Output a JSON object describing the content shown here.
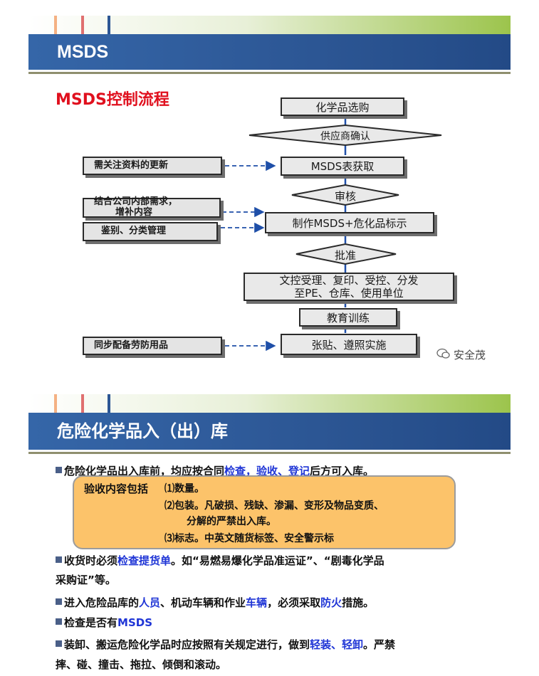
{
  "slide1": {
    "header_title": "MSDS",
    "section_title": "MSDS控制流程",
    "flow": {
      "step1": "化学品选购",
      "step2": "供应商确认",
      "step3": "MSDS表获取",
      "step4": "审核",
      "step5": "制作MSDS+危化品标示",
      "step6": "批准",
      "step7_line1": "文控受理、复印、受控、分发",
      "step7_line2": "至PE、仓库、使用单位",
      "step8": "教育训练",
      "step9": "张贴、遵照实施"
    },
    "side": {
      "s1": "需关注资料的更新",
      "s2_line1": "结合公司内部需求，",
      "s2_line2": "增补内容",
      "s3": "鉴别、分类管理",
      "s4": "同步配备劳防用品"
    },
    "watermark": "安全茂"
  },
  "slide2": {
    "header_title": "危险化学品入（出）库",
    "p1": {
      "a": "危险化学品出入库前，均应按合同",
      "b": "检查，验收、登记",
      "c": "后方可入库。"
    },
    "box": {
      "label": "验收内容包括",
      "i1": "⑴数量。",
      "i2_line1": "⑵包装。凡破损、残缺、渗漏、变形及物品变质、",
      "i2_line2": "分解的严禁出入库。",
      "i3": "⑶标志。中英文随货标签、安全警示标"
    },
    "p2": {
      "a": "收货时必须",
      "b": "检查提货单",
      "c": "。如“易燃易爆化学品准运证”、“剧毒化学品",
      "d": "采购证”等。"
    },
    "p3": {
      "a": "进入危险品库的",
      "b": "人员",
      "c": "、机动车辆和作业",
      "d": "车辆",
      "e": "，必须采取",
      "f": "防火",
      "g": "措施。"
    },
    "p4": {
      "a": "检查是否有",
      "b": "MSDS"
    },
    "p5": {
      "a": "装卸、搬运危险化学品时应按照有关规定进行，做到",
      "b": "轻装、轻卸",
      "c": "。严禁",
      "d": "摔、碰、撞击、拖拉、倾倒和滚动。"
    }
  },
  "colors": {
    "banner": "#2c5694",
    "title_red": "#e0101e",
    "highlight_blue": "#1f35d6",
    "note_box": "#fcc36a",
    "topbar_green": "#9cc44c"
  }
}
